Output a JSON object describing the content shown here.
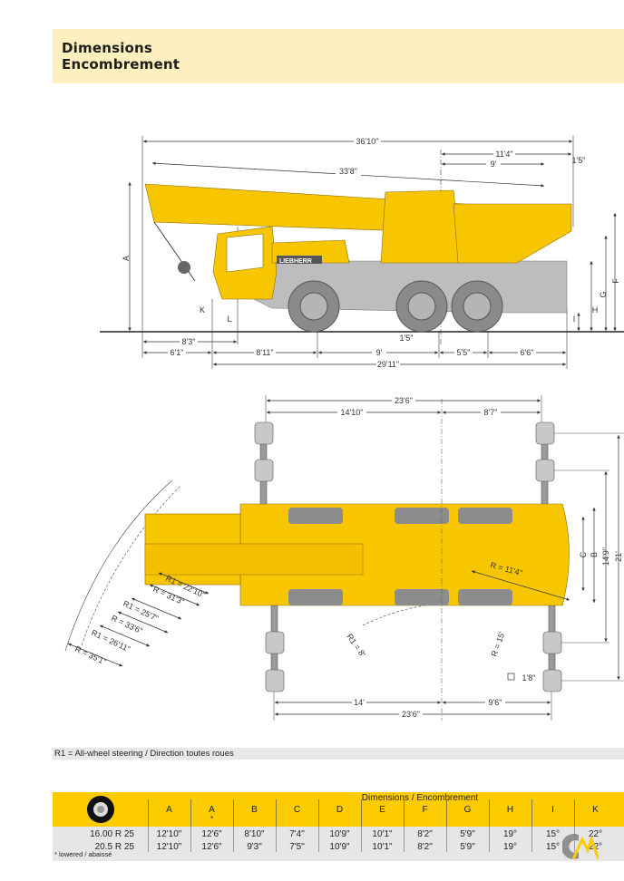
{
  "header": {
    "title_en": "Dimensions",
    "title_fr": "Encombrement"
  },
  "side_view": {
    "brand": "LIEBHERR",
    "dims": {
      "overall_length": "36'10\"",
      "rear_11_4": "11'4\"",
      "rear_9": "9'",
      "rear_1_5": "1'5\"",
      "boom_length": "33'8\"",
      "front_8_3": "8'3\"",
      "center_1_5": "1'5\"",
      "front_6_1": "6'1\"",
      "axle_8_11": "8'11\"",
      "axle_9": "9'",
      "axle_5_5": "5'5\"",
      "rear_6_6": "6'6\"",
      "wheelbase_29_11": "29'11\""
    },
    "letters": {
      "A": "A",
      "F": "F",
      "G": "G",
      "H": "H",
      "I": "I",
      "K": "K",
      "L": "L"
    }
  },
  "top_view": {
    "dims": {
      "top_total": "23'6\"",
      "top_left": "14'10\"",
      "top_right": "8'7\"",
      "bottom_left": "14'",
      "bottom_right": "9'6\"",
      "bottom_total": "23'6\"",
      "width_14_9": "14'9\"",
      "width_21": "21'",
      "pad": "1'8\"",
      "C": "C",
      "B": "B"
    },
    "radii": [
      "R1 = 22'10\"",
      "R = 31'3\"",
      "R1 = 25'7\"",
      "R = 33'6\"",
      "R1 = 26'11\"",
      "R = 35'1\""
    ],
    "r_11_4": "R = 11'4\"",
    "r1_8": "R1 = 8'",
    "r_15": "R = 15'"
  },
  "note": "R1 = All-wheel steering / Direction toutes roues",
  "table": {
    "caption": "Dimensions / Encombrement",
    "columns": [
      "A",
      "A",
      "B",
      "C",
      "D",
      "E",
      "F",
      "G",
      "H",
      "I",
      "K"
    ],
    "lowered_marker": "*",
    "rows": [
      {
        "tire": "16.00 R 25",
        "values": [
          "12'10\"",
          "12'6\"",
          "8'10\"",
          "7'4\"",
          "10'9\"",
          "10'1\"",
          "8'2\"",
          "5'9\"",
          "19°",
          "15°",
          "22°"
        ]
      },
      {
        "tire": "20.5   R 25",
        "values": [
          "12'10\"",
          "12'6\"",
          "9'3\"",
          "7'5\"",
          "10'9\"",
          "10'1\"",
          "8'2\"",
          "5'9\"",
          "19°",
          "15°",
          "22°"
        ]
      }
    ],
    "footnote": "* lowered / abaissé"
  },
  "colors": {
    "crane_yellow": "#f7c600",
    "header_band": "#fdefbe",
    "table_yellow": "#fdcc00"
  }
}
